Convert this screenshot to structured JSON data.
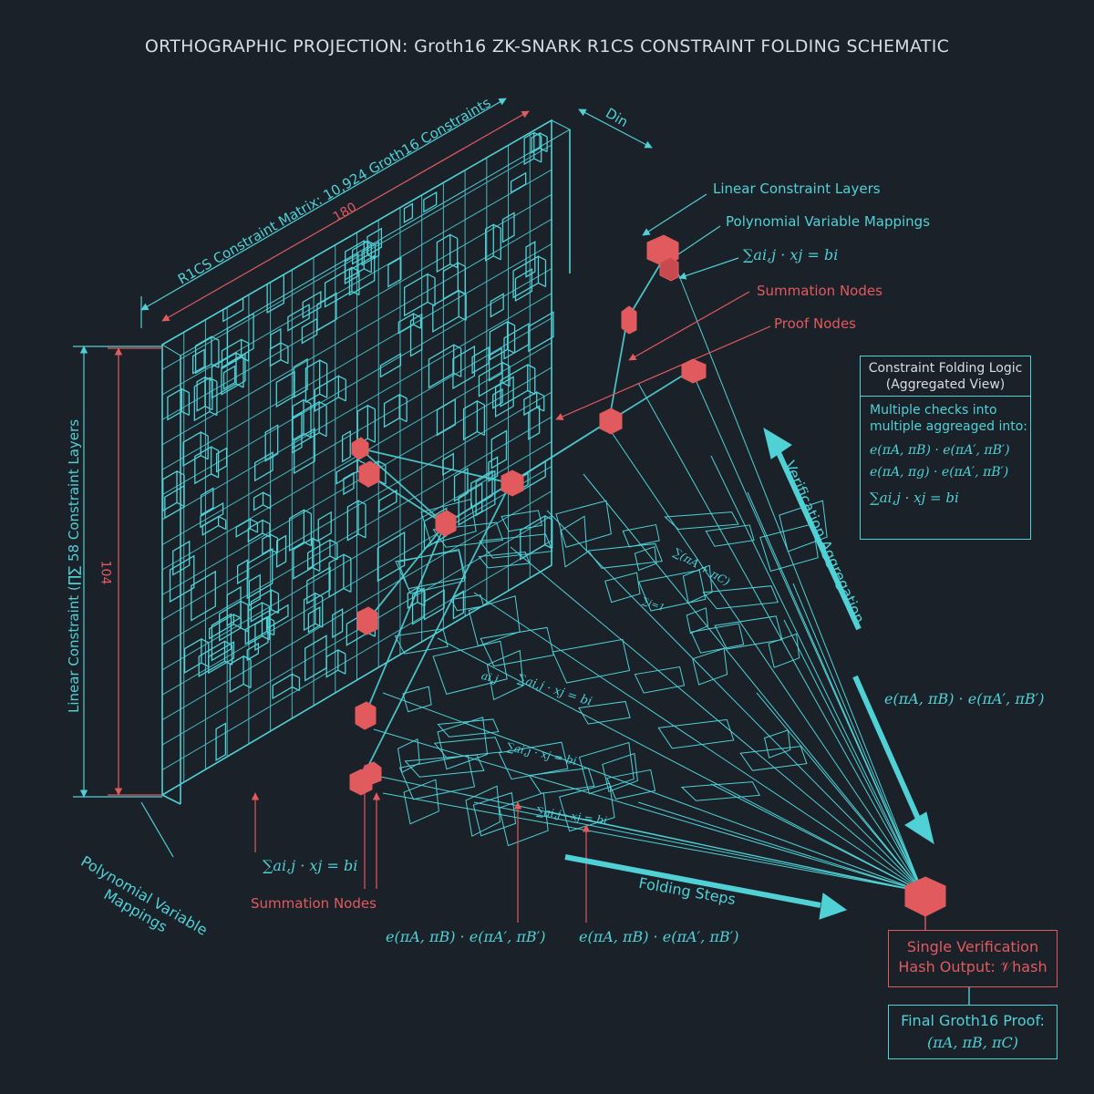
{
  "title": "ORTHOGRAPHIC PROJECTION: Groth16 ZK-SNARK R1CS CONSTRAINT FOLDING SCHEMATIC",
  "dimensions": {
    "matrix_label": "R1CS Constraint Matrix: 10,924 Groth16 Constraints",
    "width_value": "180",
    "depth_label": "Din",
    "height_value": "104",
    "side_label": "Linear Constraint (∏∑ 58 Constraint Layers"
  },
  "callouts": {
    "linear_layers": "Linear Constraint Layers",
    "poly_mappings": "Polynomial Variable Mappings",
    "sum_formula": "∑ai,j · xj = bi",
    "summation_nodes": "Summation Nodes",
    "proof_nodes": "Proof Nodes"
  },
  "logic_box": {
    "title_line1": "Constraint Folding Logic",
    "title_line2": "(Aggregated View)",
    "desc_line1": "Multiple checks into",
    "desc_line2": "multiple aggreaged into:",
    "eq1": "e(πA, πB) · e(πA′, πB′)",
    "eq2": "e(πA, πg) · e(πA′, πB′)",
    "eq3": "∑ai,j · xj = bi"
  },
  "arrows": {
    "verification": "Verification Aggregation",
    "folding": "Folding Steps"
  },
  "pairing_right": "e(πA, πB) · e(πA′, πB′)",
  "bottom": {
    "poly_line1": "Polynomial Variable",
    "poly_line2": "Mappings",
    "sum_formula": "∑ai,j · xj = bi",
    "summation_nodes": "Summation Nodes",
    "pairing_a": "e(πA, πB) · e(πA′, πB′)",
    "pairing_b": "e(πA, πB) · e(πA′, πB′)"
  },
  "inner_labels": {
    "a": "∑ai,j · xj = bi",
    "b": "∑ai,j · xj = bi",
    "c": "∑ai,j · xj = bi",
    "d": "ai,j",
    "e": "∑(πA + πC)",
    "f": "∑i=1"
  },
  "output_box": {
    "line1": "Single Verification",
    "line2": "Hash Output: 𝒱hash"
  },
  "final_box": {
    "line1": "Final Groth16 Proof:",
    "line2": "(πA, πB, πC)"
  },
  "colors": {
    "background": "#1b2129",
    "cyan": "#4fd1d6",
    "red": "#e05a5e",
    "text": "#d9dde2"
  }
}
